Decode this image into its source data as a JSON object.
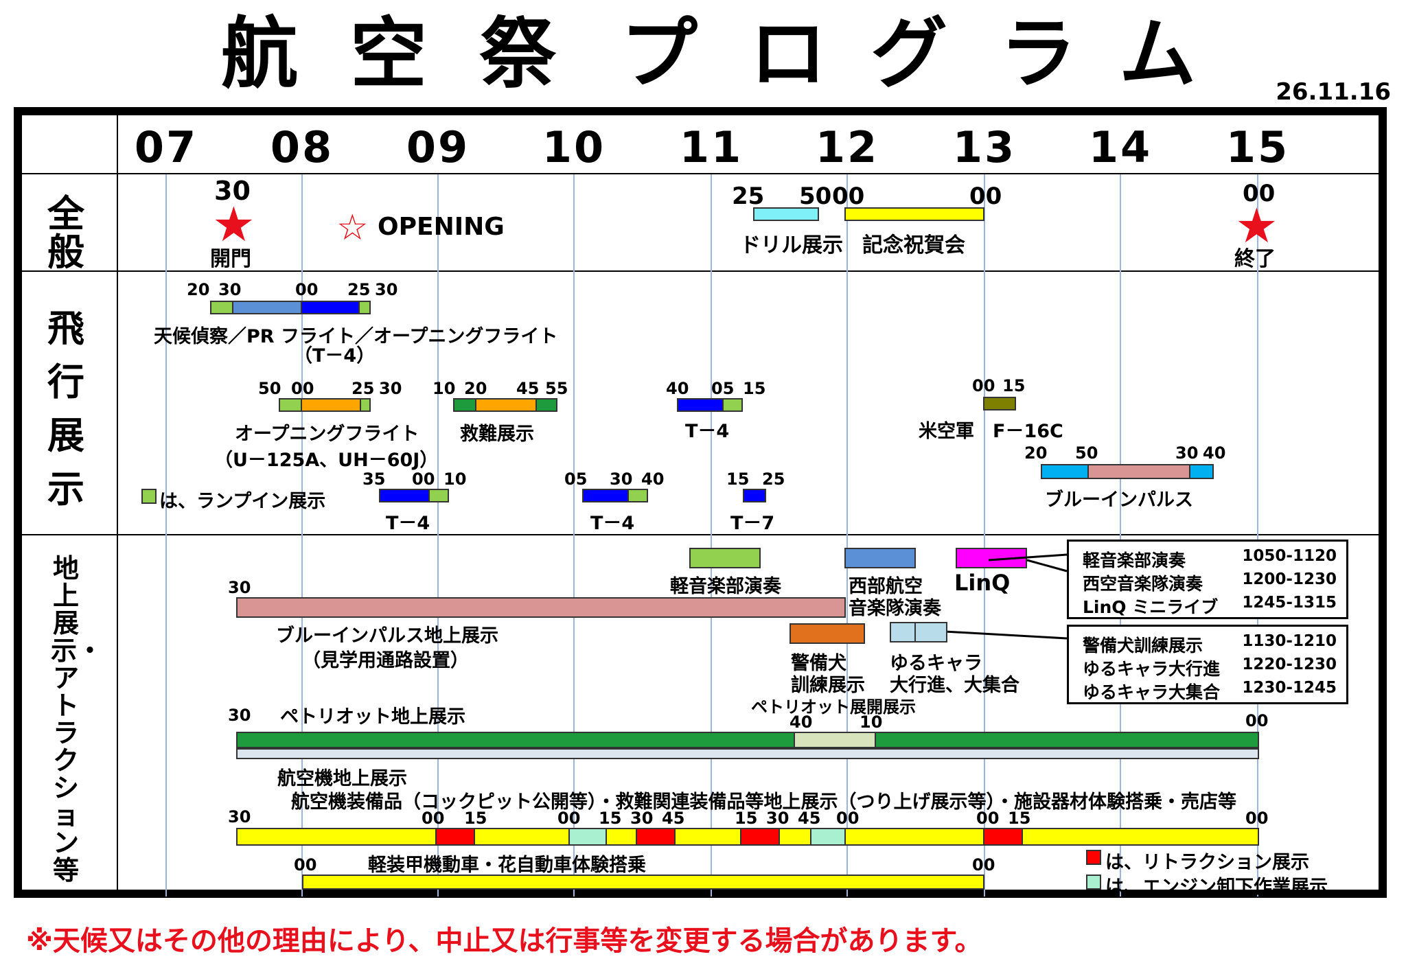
{
  "title": {
    "chars": [
      "航",
      "空",
      "祭",
      "プ",
      "ロ",
      "グ",
      "ラ",
      "ム"
    ]
  },
  "date": "26.11.16",
  "hours": [
    "07",
    "08",
    "09",
    "10",
    "11",
    "12",
    "13",
    "14",
    "15"
  ],
  "rows": {
    "general": "全般",
    "flight": "飛行展示",
    "ground": "地上展示・アトラクション等"
  },
  "colors": {
    "red_star": "#e8101c",
    "yellow": "#ffff00",
    "green": "#1e9b3c",
    "lightgreen": "#92d050",
    "blue": "#0000ff",
    "steelblue": "#5b8fd6",
    "cyan": "#7ff0f8",
    "orange": "#ffa500",
    "rose": "#d99594",
    "magenta": "#ff00ff",
    "darkorange": "#e2711d",
    "skyblue": "#00b0f0",
    "olive": "#7f7f00",
    "red": "#ff0000",
    "mint": "#a8f0d0"
  },
  "general": {
    "open_time": "30",
    "open_label": "開門",
    "opening_star": "☆",
    "opening_label": "OPENING",
    "drill_t1": "25",
    "drill_t2": "50",
    "drill_label": "ドリル展示",
    "ceremony_t1": "00",
    "ceremony_t2": "00",
    "ceremony_label": "記念祝賀会",
    "end_time": "00",
    "end_label": "終了"
  },
  "flight": {
    "recon": {
      "t1": "20",
      "t2": "30",
      "t3": "00",
      "t4": "25",
      "t5": "30",
      "label1": "天候偵察／PR フライト／オープニングフライト",
      "label2": "（T－4）"
    },
    "opening": {
      "t1": "50",
      "t2": "00",
      "t3": "25",
      "t4": "30",
      "label1": "オープニングフライト",
      "label2": "（U－125A、UH－60J）"
    },
    "rescue": {
      "t1": "10",
      "t2": "20",
      "t3": "45",
      "t4": "55",
      "label": "救難展示"
    },
    "t4_a": {
      "t1": "40",
      "t2": "05",
      "t3": "15",
      "label": "T－4"
    },
    "f16": {
      "t1": "00",
      "t2": "15",
      "label": "米空軍　F－16C"
    },
    "t4_b": {
      "t1": "35",
      "t2": "00",
      "t3": "10",
      "label": "T－4"
    },
    "t4_c": {
      "t1": "05",
      "t2": "30",
      "t3": "40",
      "label": "T－4"
    },
    "t7": {
      "t1": "15",
      "t2": "25",
      "label": "T－7"
    },
    "blue": {
      "t1": "20",
      "t2": "50",
      "t3": "30",
      "t4": "40",
      "label": "ブルーインパルス"
    },
    "legend": "は、ランプイン展示"
  },
  "ground": {
    "light_band": "軽音楽部演奏",
    "west_band1": "西部航空",
    "west_band2": "音楽隊演奏",
    "linq": "LinQ",
    "box1": [
      {
        "name": "軽音楽部演奏",
        "time": "1050-1120"
      },
      {
        "name": "西空音楽隊演奏",
        "time": "1200-1230"
      },
      {
        "name": "LinQ ミニライブ",
        "time": "1245-1315"
      }
    ],
    "box2": [
      {
        "name": "警備犬訓練展示",
        "time": "1130-1210"
      },
      {
        "name": "ゆるキャラ大行進",
        "time": "1220-1230"
      },
      {
        "name": "ゆるキャラ大集合",
        "time": "1230-1245"
      }
    ],
    "bi_t1": "30",
    "bi_label1": "ブルーインパルス地上展示",
    "bi_label2": "（見学用通路設置）",
    "dog1": "警備犬",
    "dog2": "訓練展示",
    "yuru1": "ゆるキャラ",
    "yuru2": "大行進、大集合",
    "patriot_t1": "30",
    "patriot_label": "ペトリオット地上展示",
    "patriot_deploy": "ペトリオット展開展示",
    "patriot_t2": "40",
    "patriot_t3": "10",
    "patriot_t4": "00",
    "aircraft_label1": "航空機地上展示",
    "aircraft_label2": "航空機装備品（コックピット公開等）・救難関連装備品等地上展示（つり上げ展示等）・施設器材体験搭乗・売店等",
    "seg_times": [
      "30",
      "00",
      "15",
      "00",
      "15",
      "30",
      "45",
      "15",
      "30",
      "45",
      "00",
      "00",
      "15",
      "00"
    ],
    "vehicle_t1": "00",
    "vehicle_t2": "00",
    "vehicle_label": "軽装甲機動車・花自動車体験搭乗",
    "legend_red": "は、リトラクション展示",
    "legend_mint": "は、エンジン卸下作業展示"
  },
  "note": "※天候又はその他の理由により、中止又は行事等を変更する場合があります。"
}
